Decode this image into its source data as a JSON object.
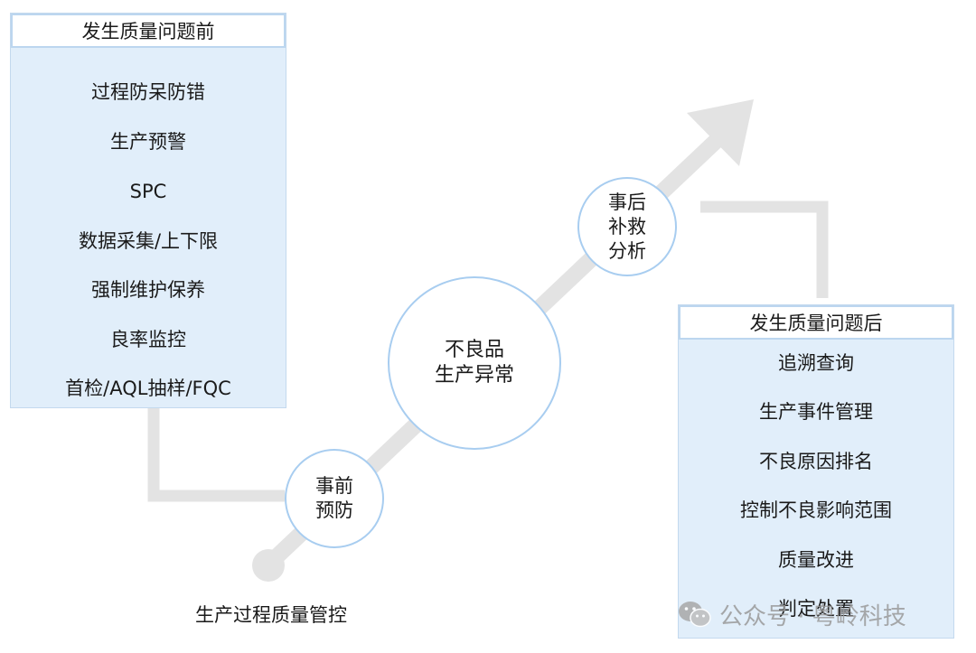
{
  "panels": {
    "before": {
      "title": "发生质量问题前",
      "items": [
        "过程防呆防错",
        "生产预警",
        "SPC",
        "数据采集/上下限",
        "强制维护保养",
        "良率监控",
        "首检/AQL抽样/FQC"
      ]
    },
    "after": {
      "title": "发生质量问题后",
      "items": [
        "追溯查询",
        "生产事件管理",
        "不良原因排名",
        "控制不良影响范围",
        "质量改进",
        "判定处置"
      ]
    }
  },
  "circles": {
    "prevention": [
      "事前",
      "预防"
    ],
    "defect": [
      "不良品",
      "生产异常"
    ],
    "remedy": [
      "事后",
      "补救",
      "分析"
    ]
  },
  "caption": "生产过程质量管控",
  "watermark": "公众号 · 粤岭科技",
  "colors": {
    "panel_fill": "#e1eefa",
    "panel_border": "#bcd6ef",
    "circle_border": "#a8cdf0",
    "arrow": "#e3e3e3",
    "connector": "#e3e3e3"
  }
}
